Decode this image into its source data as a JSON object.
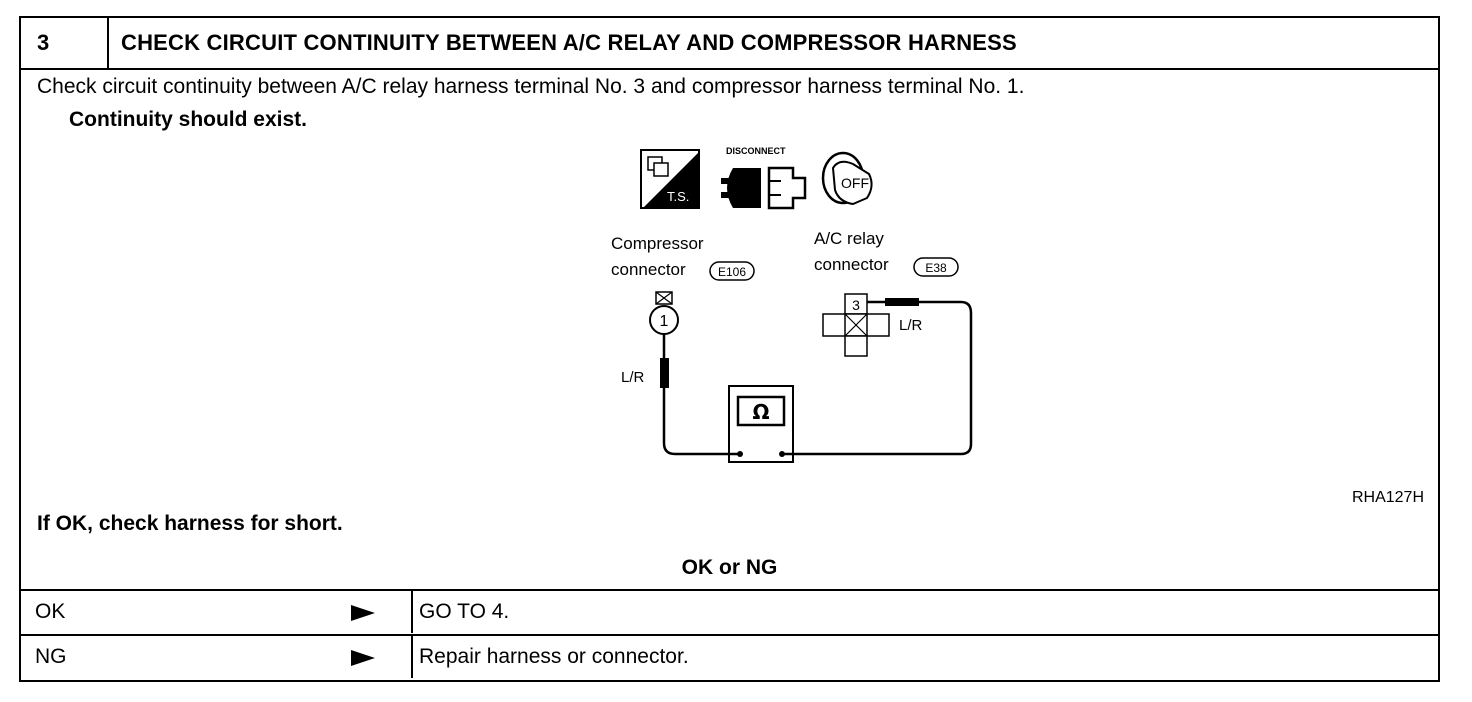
{
  "step": "3",
  "title": "CHECK CIRCUIT CONTINUITY BETWEEN A/C RELAY AND COMPRESSOR HARNESS",
  "instruction": "Check circuit continuity between A/C relay harness terminal No. 3 and compressor harness terminal No. 1.",
  "expectation": "Continuity should exist.",
  "diagram": {
    "ts_label": "T.S.",
    "disconnect_label": "DISCONNECT",
    "off_label": "OFF",
    "compressor_label_1": "Compressor",
    "compressor_label_2": "connector",
    "compressor_code": "E106",
    "relay_label_1": "A/C  relay",
    "relay_label_2": "connector",
    "relay_code": "E38",
    "terminal_1": "1",
    "terminal_3": "3",
    "wire_left": "L/R",
    "wire_right": "L/R",
    "meter_symbol": "Ω",
    "figure_code": "RHA127H"
  },
  "if_ok": "If OK, check harness for short.",
  "ok_or_ng": "OK or NG",
  "results": [
    {
      "result": "OK",
      "action": "GO TO 4."
    },
    {
      "result": "NG",
      "action": "Repair harness or connector."
    }
  ]
}
